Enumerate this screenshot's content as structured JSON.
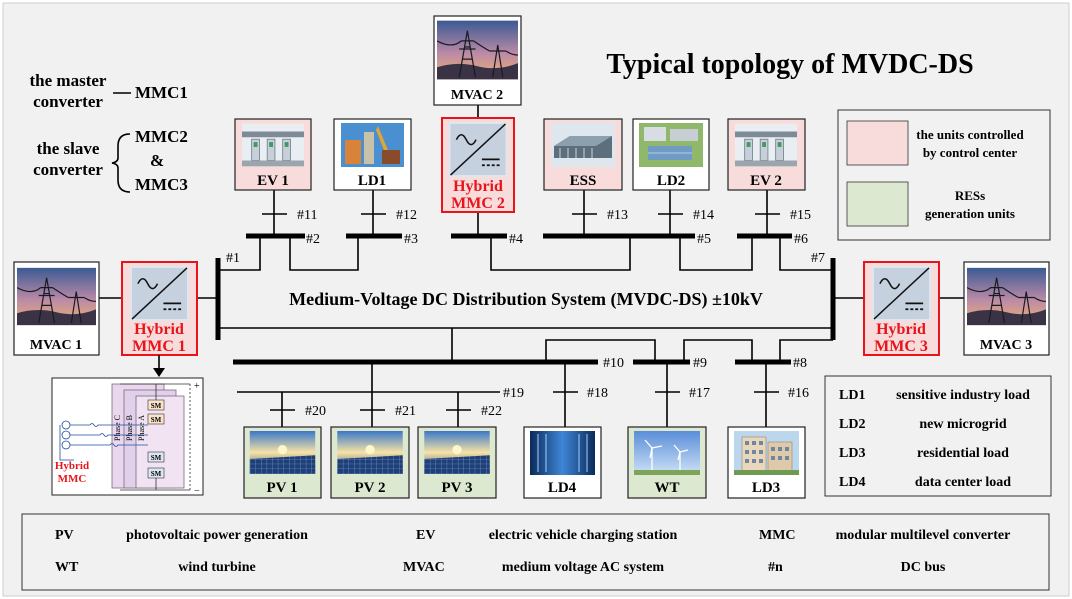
{
  "title": "Typical topology of MVDC-DS",
  "system_label": "Medium-Voltage DC Distribution System  (MVDC-DS)  ±10kV",
  "master": {
    "label_line1": "the master",
    "label_line2": "converter",
    "unit": "MMC1"
  },
  "slave": {
    "label_line1": "the slave",
    "label_line2": "converter",
    "unit1": "MMC2",
    "amp": "&",
    "unit2": "MMC3"
  },
  "nodes": {
    "n1": "#1",
    "n2": "#2",
    "n3": "#3",
    "n4": "#4",
    "n5": "#5",
    "n6": "#6",
    "n7": "#7",
    "n8": "#8",
    "n9": "#9",
    "n10": "#10",
    "n11": "#11",
    "n12": "#12",
    "n13": "#13",
    "n14": "#14",
    "n15": "#15",
    "n16": "#16",
    "n17": "#17",
    "n18": "#18",
    "n19": "#19",
    "n20": "#20",
    "n21": "#21",
    "n22": "#22"
  },
  "units": {
    "mvac1": "MVAC 1",
    "mvac2": "MVAC 2",
    "mvac3": "MVAC 3",
    "ev1": "EV 1",
    "ev2": "EV 2",
    "ld1": "LD1",
    "ld2": "LD2",
    "ld3": "LD3",
    "ld4": "LD4",
    "ess": "ESS",
    "wt": "WT",
    "pv1": "PV 1",
    "pv2": "PV 2",
    "pv3": "PV 3"
  },
  "hybrid": {
    "mmc1_a": "Hybrid",
    "mmc1_b": "MMC 1",
    "mmc2_a": "Hybrid",
    "mmc2_b": "MMC 2",
    "mmc3_a": "Hybrid",
    "mmc3_b": "MMC 3"
  },
  "inset": {
    "phase_a": "Phase A",
    "phase_b": "Phase B",
    "phase_c": "Phase C",
    "sm": "SM",
    "plus": "+",
    "minus": "−",
    "caption_a": "Hybrid",
    "caption_b": "MMC"
  },
  "legend_color": {
    "controlled_a": "the units controlled",
    "controlled_b": "by  control center",
    "res_a": "RESs",
    "res_b": "generation units"
  },
  "legend_loads": [
    {
      "code": "LD1",
      "desc": "sensitive industry load"
    },
    {
      "code": "LD2",
      "desc": "new microgrid"
    },
    {
      "code": "LD3",
      "desc": "residential load"
    },
    {
      "code": "LD4",
      "desc": "data center load"
    }
  ],
  "abbrev": [
    {
      "code": "PV",
      "desc": "photovoltaic power generation"
    },
    {
      "code": "EV",
      "desc": "electric vehicle charging station"
    },
    {
      "code": "MMC",
      "desc": "modular multilevel converter"
    },
    {
      "code": "WT",
      "desc": "wind turbine"
    },
    {
      "code": "MVAC",
      "desc": "medium voltage AC system"
    },
    {
      "code": "#n",
      "desc": "DC bus"
    }
  ],
  "colors": {
    "background": "#f1f1f1",
    "controlled_fill": "#f8dcdc",
    "res_fill": "#dce8cf",
    "highlight_red": "#e8141b",
    "bus_black": "#000000"
  }
}
